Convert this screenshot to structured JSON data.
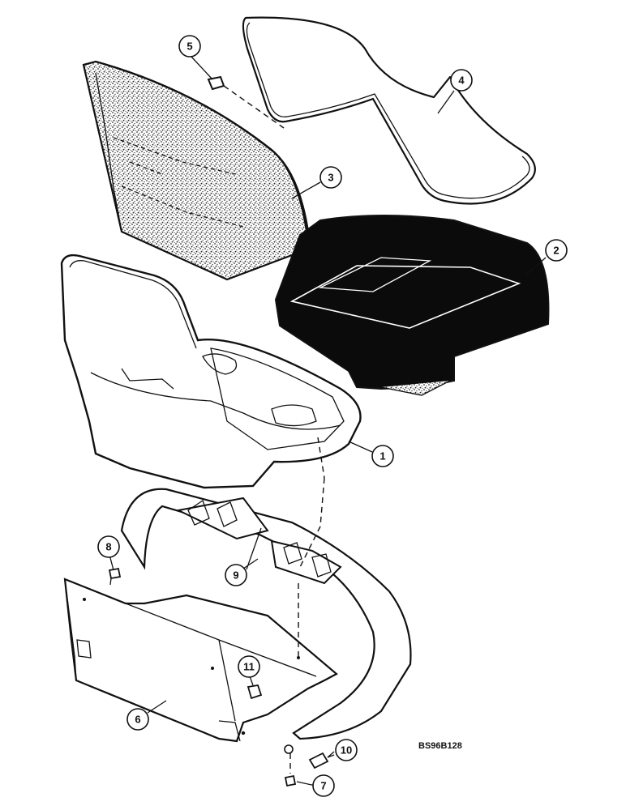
{
  "figure_code": "BS96B128",
  "callouts": [
    {
      "number": "1",
      "part": "seat-shell"
    },
    {
      "number": "2",
      "part": "seat-cushion"
    },
    {
      "number": "3",
      "part": "back-cushion"
    },
    {
      "number": "4",
      "part": "back-trim-bead"
    },
    {
      "number": "5",
      "part": "trim-clip"
    },
    {
      "number": "6",
      "part": "seat-base-pan"
    },
    {
      "number": "7",
      "part": "screw-lower"
    },
    {
      "number": "8",
      "part": "screw-upper"
    },
    {
      "number": "9",
      "part": "hinge-strap-brackets"
    },
    {
      "number": "10",
      "part": "bolt"
    },
    {
      "number": "11",
      "part": "nut"
    }
  ],
  "colors": {
    "ink": "#111111",
    "paper": "#ffffff",
    "stipple": "#4a4a4a"
  }
}
